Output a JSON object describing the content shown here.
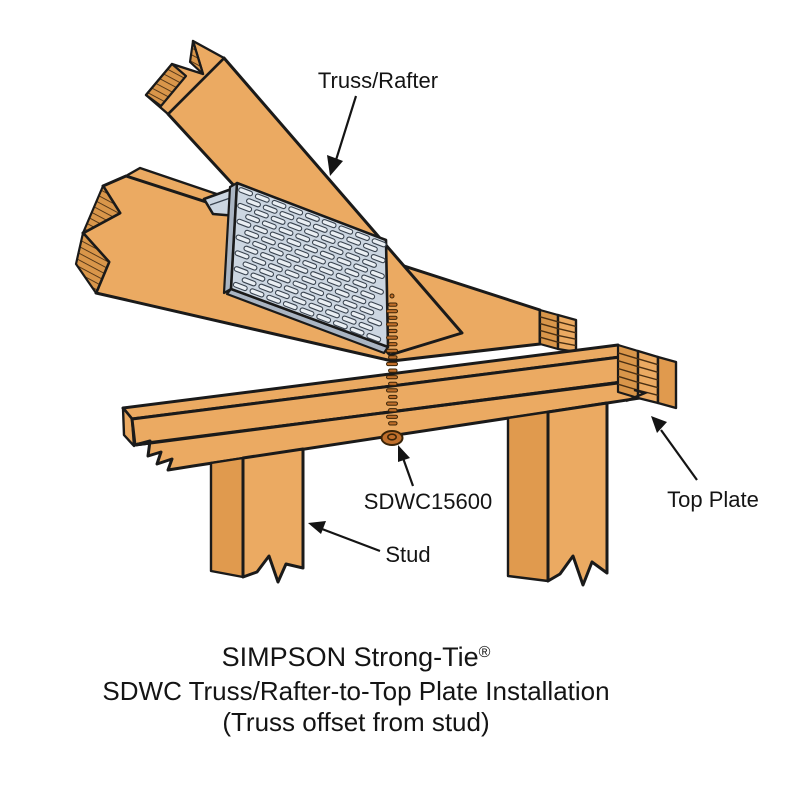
{
  "diagram": {
    "callouts": {
      "truss_rafter": {
        "label": "Truss/Rafter"
      },
      "screw": {
        "label": "SDWC15600"
      },
      "stud": {
        "label": "Stud"
      },
      "top_plate": {
        "label": "Top Plate"
      }
    },
    "caption": {
      "brand": "SIMPSON Strong-Tie",
      "registered_mark": "®",
      "line2": "SDWC Truss/Rafter-to-Top Plate Installation",
      "line3": "(Truss offset from stud)"
    },
    "colors": {
      "background": "#ffffff",
      "wood": "#ebaa62",
      "wood_dark": "#e09a4e",
      "grain_base": "#d9964a",
      "outline": "#1a1a1a",
      "plate": "#ccd6e1",
      "plate_side": "#aab5c3",
      "slot_fill": "#e9eef3",
      "slot_stroke": "#39434f",
      "screw": "#c06f2b",
      "screw_outline": "#3a2408"
    }
  }
}
